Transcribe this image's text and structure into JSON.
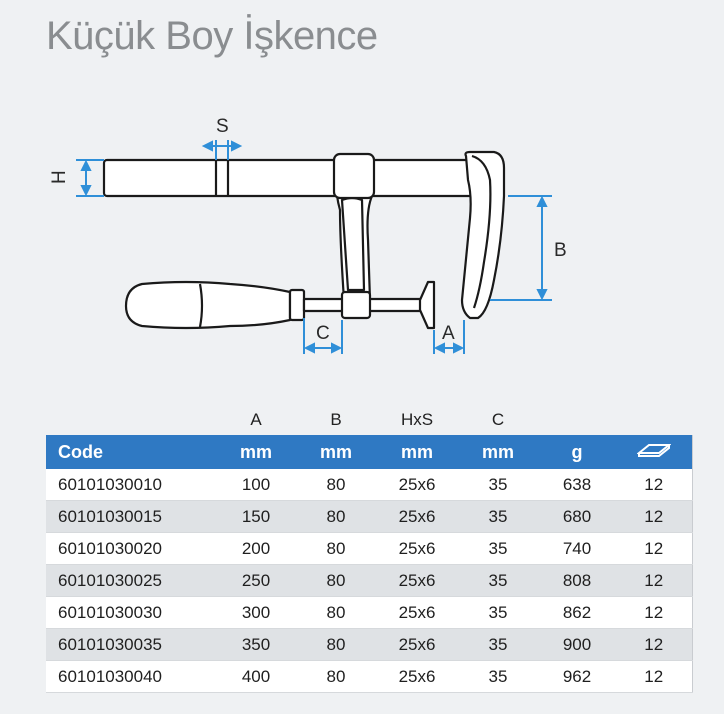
{
  "title": "Küçük Boy İşkence",
  "diagram": {
    "labels": {
      "s": "S",
      "h": "H",
      "b": "B",
      "c": "C",
      "a": "A"
    },
    "accent_color": "#2f8fd8",
    "outline_color": "#1a1a1a",
    "fill_color": "#ffffff"
  },
  "table": {
    "top_headers": [
      "",
      "A",
      "B",
      "HxS",
      "C",
      "",
      ""
    ],
    "headers": [
      "Code",
      "mm",
      "mm",
      "mm",
      "mm",
      "g",
      "package-icon"
    ],
    "header_color": "#2f79c3",
    "rows": [
      [
        "60101030010",
        "100",
        "80",
        "25x6",
        "35",
        "638",
        "12"
      ],
      [
        "60101030015",
        "150",
        "80",
        "25x6",
        "35",
        "680",
        "12"
      ],
      [
        "60101030020",
        "200",
        "80",
        "25x6",
        "35",
        "740",
        "12"
      ],
      [
        "60101030025",
        "250",
        "80",
        "25x6",
        "35",
        "808",
        "12"
      ],
      [
        "60101030030",
        "300",
        "80",
        "25x6",
        "35",
        "862",
        "12"
      ],
      [
        "60101030035",
        "350",
        "80",
        "25x6",
        "35",
        "900",
        "12"
      ],
      [
        "60101030040",
        "400",
        "80",
        "25x6",
        "35",
        "962",
        "12"
      ]
    ]
  }
}
